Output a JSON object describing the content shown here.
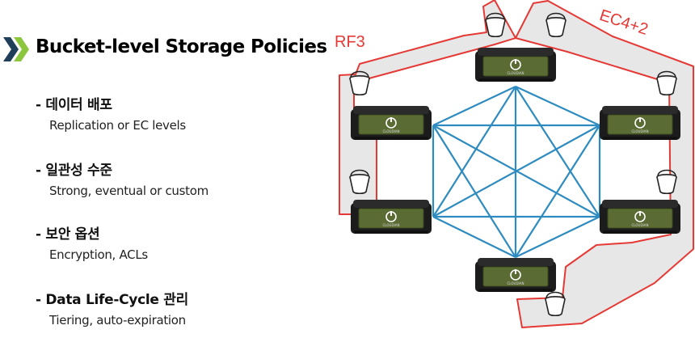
{
  "title": "Bucket-level Storage Policies",
  "policies": [
    {
      "heading": "- 데이터 배포",
      "detail": "Replication or EC levels"
    },
    {
      "heading": "- 일관성 수준",
      "detail": "Strong, eventual or custom"
    },
    {
      "heading": "- 보안 옵션",
      "detail": "Encryption, ACLs"
    },
    {
      "heading": "- Data Life-Cycle 관리",
      "detail": "Tiering, auto-expiration"
    }
  ],
  "diagram": {
    "rf_label": "RF3",
    "ec_label": "EC4+2",
    "node_brand": "CLOUDIAN",
    "colors": {
      "mesh": "#2e8bc0",
      "policy": "#e53935",
      "band": "#e7e7e7",
      "node_face": "#5a6b34",
      "chevron_dark": "#1f3f58",
      "chevron_green": "#8cc63f"
    }
  }
}
